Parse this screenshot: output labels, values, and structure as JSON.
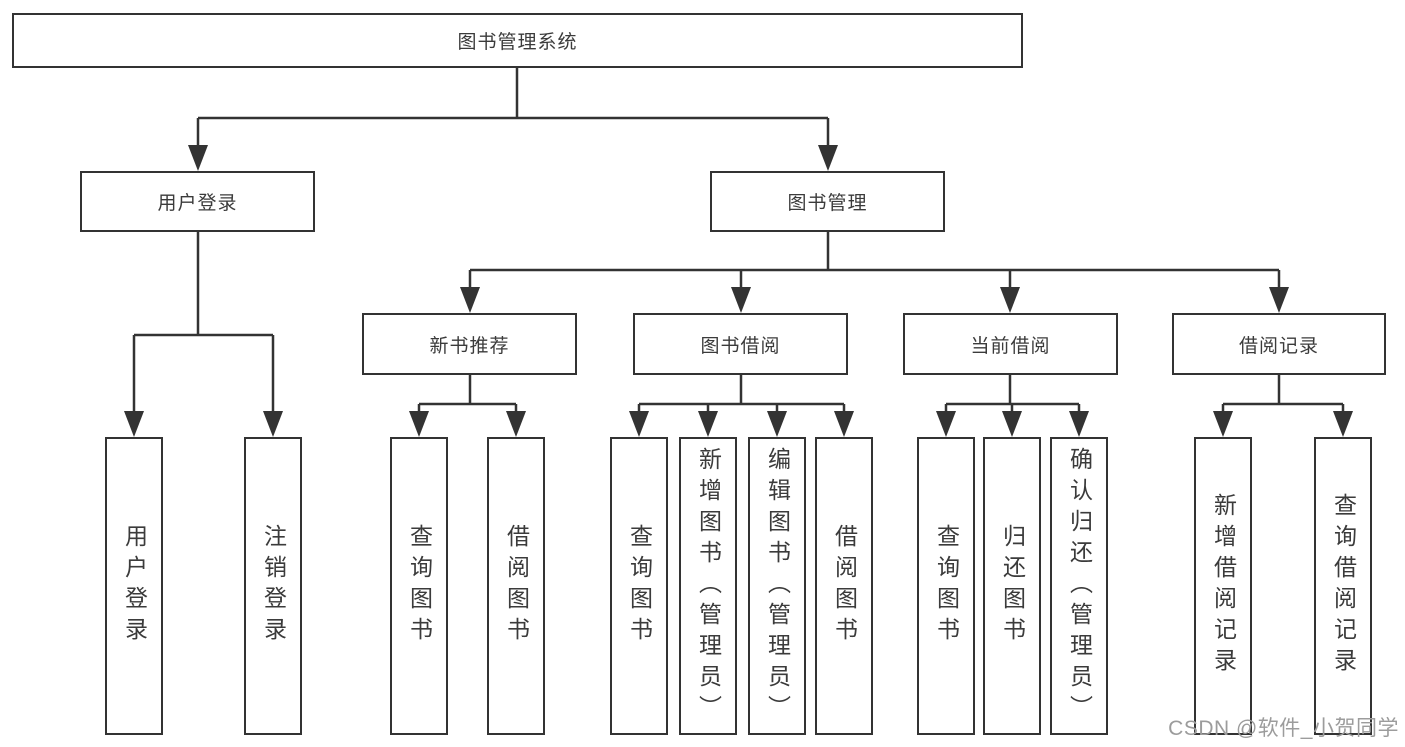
{
  "tree": {
    "root": {
      "label": "图书管理系统"
    },
    "branches": [
      {
        "label": "用户登录",
        "children": [
          {
            "label": "用户登录"
          },
          {
            "label": "注销登录"
          }
        ]
      },
      {
        "label": "图书管理",
        "children": [
          {
            "label": "新书推荐",
            "children": [
              {
                "label": "查询图书"
              },
              {
                "label": "借阅图书"
              }
            ]
          },
          {
            "label": "图书借阅",
            "children": [
              {
                "label": "查询图书"
              },
              {
                "label": "新增图书（管理员）"
              },
              {
                "label": "编辑图书（管理员）"
              },
              {
                "label": "借阅图书"
              }
            ]
          },
          {
            "label": "当前借阅",
            "children": [
              {
                "label": "查询图书"
              },
              {
                "label": "归还图书"
              },
              {
                "label": "确认归还（管理员）"
              }
            ]
          },
          {
            "label": "借阅记录",
            "children": [
              {
                "label": "新增借阅记录"
              },
              {
                "label": "查询借阅记录"
              }
            ]
          }
        ]
      }
    ]
  },
  "watermark": "CSDN @软件_小贺同学",
  "colors": {
    "line": "#333333",
    "box_border": "#333333",
    "text": "#3b3b3b",
    "watermark": "#9c9c9c",
    "background": "#ffffff"
  }
}
